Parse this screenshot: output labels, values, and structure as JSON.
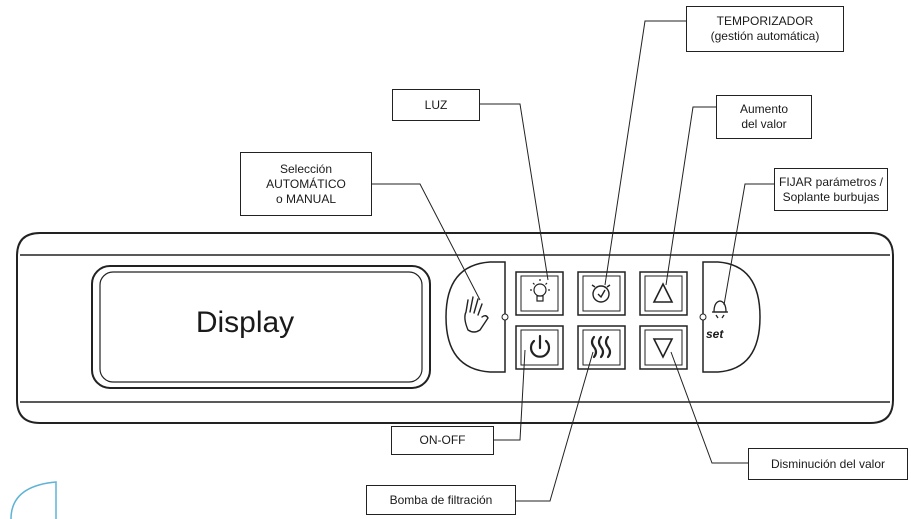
{
  "display_label": "Display",
  "set_label": "set",
  "callouts": {
    "seleccion": {
      "lines": [
        "Selección",
        "AUTOMÁTICO",
        "o MANUAL"
      ]
    },
    "luz": {
      "lines": [
        "LUZ"
      ]
    },
    "temporizador": {
      "lines": [
        "TEMPORIZADOR",
        "(gestión automática)"
      ]
    },
    "aumento": {
      "lines": [
        "Aumento",
        "del valor"
      ]
    },
    "fijar": {
      "lines": [
        "FIJAR parámetros /",
        "Soplante burbujas"
      ]
    },
    "onoff": {
      "lines": [
        "ON-OFF"
      ]
    },
    "bomba": {
      "lines": [
        "Bomba de filtración"
      ]
    },
    "disminucion": {
      "lines": [
        "Disminución del valor"
      ]
    }
  },
  "icons": {
    "manual": "hand-icon",
    "light": "lightbulb-icon",
    "timer": "alarm-clock-icon",
    "up": "triangle-up-icon",
    "down": "triangle-down-icon",
    "power": "power-icon",
    "pump": "heat-waves-icon",
    "set": "bell-icon"
  }
}
